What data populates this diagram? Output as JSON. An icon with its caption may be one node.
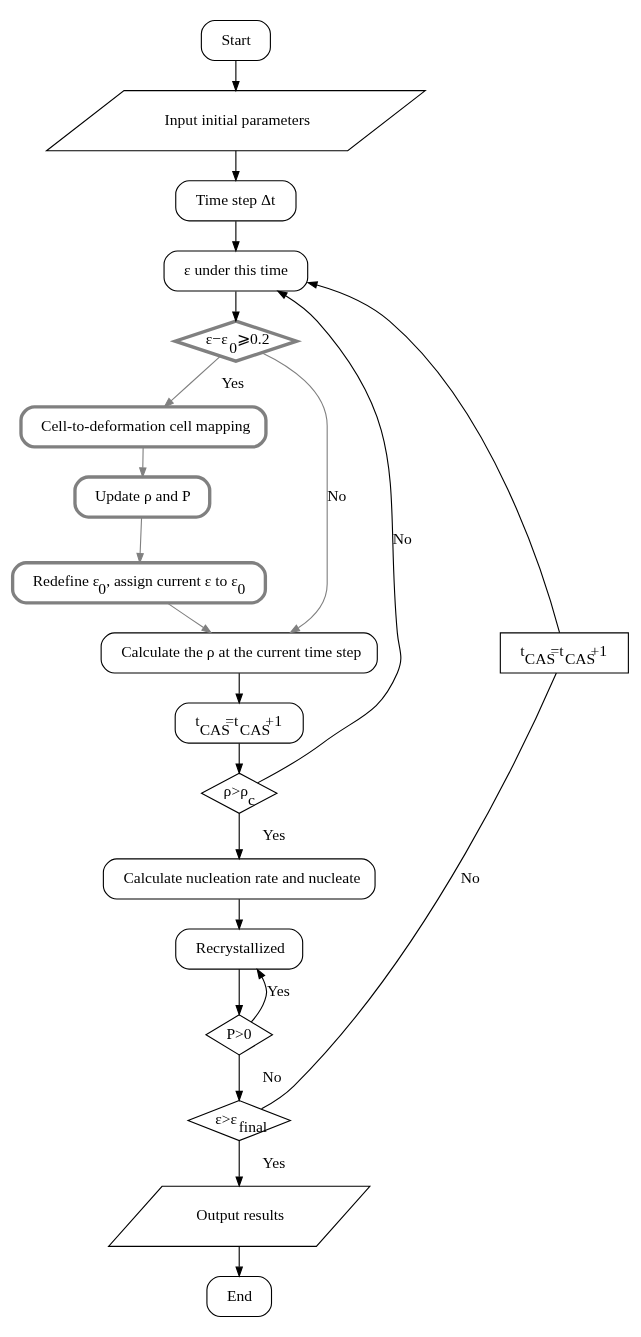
{
  "diagram": {
    "nodes": [
      {
        "text": [
          "Start"
        ]
      },
      {
        "text": [
          "Input initial parameters"
        ]
      },
      {
        "text": [
          "Time step Δt"
        ]
      },
      {
        "text": [
          "ε under this time"
        ]
      },
      {
        "text": [
          "ε−ε$_{0}$⩾0.2"
        ]
      },
      {
        "text": [
          "Cell-to-deformation cell mapping"
        ]
      },
      {
        "text": [
          "Update ρ and P"
        ]
      },
      {
        "text": [
          "Redefine ε$_{0}$, assign current ε to ε$_{0}$"
        ]
      },
      {
        "text": [
          "Calculate the ρ at the current time step"
        ]
      },
      {
        "text": [
          "t$_{CAS}$=t$_{CAS}$+1"
        ]
      },
      {
        "text": [
          "ρ>ρ$_{c}$"
        ]
      },
      {
        "text": [
          "Calculate nucleation rate and nucleate"
        ]
      },
      {
        "text": [
          "Recrystallized"
        ]
      },
      {
        "text": [
          "P>0"
        ]
      },
      {
        "text": [
          "ε>ε$_{final}$"
        ]
      },
      {
        "text": [
          "Output results"
        ]
      },
      {
        "text": [
          "End"
        ]
      },
      {
        "text": [
          "t$_{CAS}$=t$_{CAS}$+1"
        ]
      }
    ],
    "edges": [
      {
        "from": 0,
        "to": 1,
        "arrow": "to"
      },
      {
        "from": 1,
        "to": 2,
        "arrow": "to"
      },
      {
        "from": 2,
        "to": 3,
        "arrow": "to"
      },
      {
        "from": 3,
        "to": 4,
        "arrow": "to"
      },
      {
        "from": 4,
        "to": 5,
        "arrow": "to",
        "label": "Yes",
        "color": "#808080"
      },
      {
        "from": 4,
        "to": 8,
        "arrow": "to",
        "label": "No",
        "color": "#808080"
      },
      {
        "from": 5,
        "to": 6,
        "arrow": "to",
        "color": "#808080"
      },
      {
        "from": 6,
        "to": 7,
        "arrow": "to",
        "color": "#808080"
      },
      {
        "from": 7,
        "to": 8,
        "arrow": "to",
        "color": "#808080"
      },
      {
        "from": 8,
        "to": 9,
        "arrow": "to"
      },
      {
        "from": 9,
        "to": 10,
        "arrow": "to"
      },
      {
        "from": 10,
        "to": 11,
        "arrow": "to",
        "label": "Yes"
      },
      {
        "from": 10,
        "to": 3,
        "arrow": "to",
        "label": "No"
      },
      {
        "from": 11,
        "to": 12,
        "arrow": "to"
      },
      {
        "from": 12,
        "to": 13,
        "arrow": "to"
      },
      {
        "from": 13,
        "to": 12,
        "arrow": "to",
        "label": "Yes"
      },
      {
        "from": 13,
        "to": 14,
        "arrow": "to",
        "label": "No"
      },
      {
        "from": 14,
        "to": 17,
        "arrow": "none",
        "label": "No"
      },
      {
        "from": 17,
        "to": 3,
        "arrow": "to"
      },
      {
        "from": 14,
        "to": 15,
        "arrow": "to",
        "label": "Yes"
      },
      {
        "from": 15,
        "to": 16,
        "arrow": "to"
      }
    ]
  }
}
